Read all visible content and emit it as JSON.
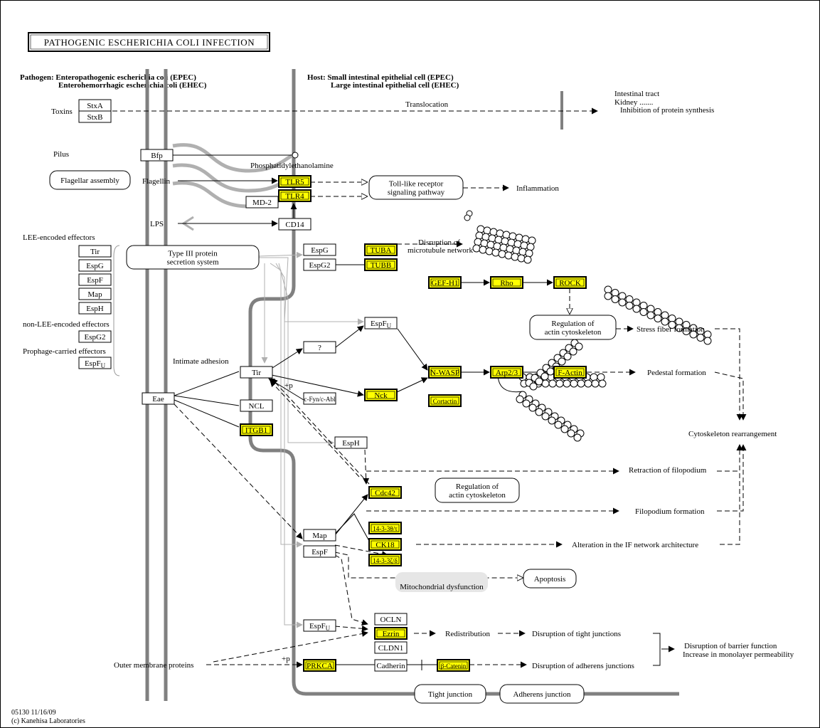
{
  "title": "PATHOGENIC ESCHERICHIA COLI INFECTION",
  "colors": {
    "gene_fill": "#ffff00",
    "membrane": "#808080",
    "secretion_path": "#b0b0b0",
    "mito_bg": "#e6e6e6"
  },
  "headers": {
    "pathogen_1": "Pathogen: Enteropathogenic escherichia coli (EPEC)",
    "pathogen_2": "Enterohemorrhagic escherichia coli (EHEC)",
    "host_1": "Host: Small intestinal epithelial cell (EPEC)",
    "host_2": "Large intestinal epithelial cell (EHEC)"
  },
  "nodes": {
    "stxa": {
      "label": "StxA"
    },
    "stxb": {
      "label": "StxB"
    },
    "bfp": {
      "label": "Bfp"
    },
    "tlr5": {
      "label": "TLR5"
    },
    "tlr4": {
      "label": "TLR4"
    },
    "md2": {
      "label": "MD-2"
    },
    "cd14": {
      "label": "CD14"
    },
    "lee_tir": {
      "label": "Tir"
    },
    "lee_espg": {
      "label": "EspG"
    },
    "lee_espf": {
      "label": "EspF"
    },
    "lee_map": {
      "label": "Map"
    },
    "lee_esph": {
      "label": "EspH"
    },
    "nonlee_espg2": {
      "label": "EspG2"
    },
    "phage_espfu": {
      "label": "EspF",
      "sub": "U"
    },
    "espg": {
      "label": "EspG"
    },
    "espg2": {
      "label": "EspG2"
    },
    "tuba": {
      "label": "TUBA"
    },
    "tubb": {
      "label": "TUBB"
    },
    "gefh1": {
      "label": "GEF-H1"
    },
    "rho": {
      "label": "Rho"
    },
    "rock": {
      "label": "ROCK"
    },
    "espfu_mid": {
      "label": "EspF",
      "sub": "U"
    },
    "unknown": {
      "label": "?"
    },
    "tir": {
      "label": "Tir"
    },
    "nwasp": {
      "label": "N-WASP"
    },
    "arp23": {
      "label": "Arp2/3"
    },
    "factin": {
      "label": "F-Actin"
    },
    "nck": {
      "label": "Nck"
    },
    "cfyn": {
      "label": "c-Fyn/c-Abl"
    },
    "cortactin": {
      "label": "Cortactin"
    },
    "eae": {
      "label": "Eae"
    },
    "ncl": {
      "label": "NCL"
    },
    "itgb1": {
      "label": "ITGB1"
    },
    "esph": {
      "label": "EspH"
    },
    "cdc42": {
      "label": "Cdc42"
    },
    "map": {
      "label": "Map"
    },
    "espf": {
      "label": "EspF"
    },
    "ywhaq": {
      "label": "14-3-3θ/τ"
    },
    "ck18": {
      "label": "CK18"
    },
    "ywhaz": {
      "label": "14-3-3ζ/δ"
    },
    "espfu_low": {
      "label": "EspF",
      "sub": "U"
    },
    "ocln": {
      "label": "OCLN"
    },
    "ezrin": {
      "label": "Ezrin"
    },
    "cldn1": {
      "label": "CLDN1"
    },
    "prkca": {
      "label": "PRKCA"
    },
    "cadherin": {
      "label": "Cadherin"
    },
    "bcatenin": {
      "label": "β-Catenin"
    }
  },
  "maps": {
    "flagellar": {
      "label": "Flagellar assembly"
    },
    "tlr_path": {
      "label": "Toll-like receptor",
      "label2": "signaling pathway"
    },
    "t3ss": {
      "label": "Type III protein",
      "label2": "secretion system"
    },
    "reg_actin_1": {
      "label": "Regulation of",
      "label2": "actin cytoskeleton"
    },
    "reg_actin_2": {
      "label": "Regulation of",
      "label2": "actin cytoskeleton"
    },
    "apoptosis": {
      "label": "Apoptosis"
    },
    "tight": {
      "label": "Tight junction"
    },
    "adherens": {
      "label": "Adherens junction"
    },
    "mito": {
      "label": "Mitochondrial dysfunction"
    }
  },
  "labels": {
    "toxins": "Toxins",
    "translocation": "Translocation",
    "intestinal": "Intestinal tract",
    "kidney": "Kidney .......",
    "inhibition": "Inhibition of protein synthesis",
    "pilus": "Pilus",
    "phosphatidyl": "Phosphatidylethanolamine",
    "flagellin": "Flagellin",
    "inflammation": "Inflammation",
    "lps": "LPS",
    "lee": "LEE-encoded effectors",
    "nonlee": "non-LEE-encoded effectors",
    "prophage": "Prophage-carried effectors",
    "disrupt_mt_1": "Disruption of",
    "disrupt_mt_2": "microtubule network",
    "intimate": "Intimate adhesion",
    "plus_p_1": "+p",
    "plus_p_2": "+p",
    "stress": "Stress fiber formation",
    "pedestal": "Pedestal formation",
    "cyto": "Cytoskeleton rearrangement",
    "retraction": "Retraction of filopodium",
    "filopodium": "Filopodium formation",
    "if_alter": "Alteration in the IF network architecture",
    "redistribution": "Redistribution",
    "disrupt_tj": "Disruption of tight junctions",
    "disrupt_aj": "Disruption of adherens junctions",
    "barrier_1": "Disruption of barrier function",
    "barrier_2": "Increase in monolayer permeability",
    "omp": "Outer membrane proteins"
  },
  "footer": {
    "id_date": "05130 11/16/09",
    "copyright": "(c) Kanehisa Laboratories"
  }
}
